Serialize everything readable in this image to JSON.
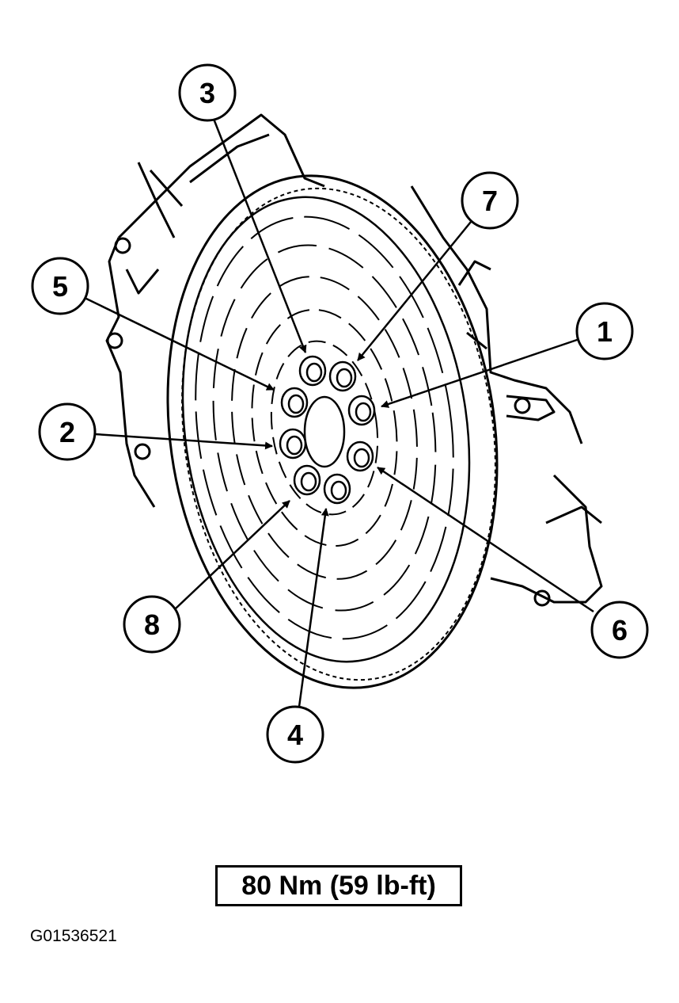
{
  "callouts": [
    {
      "label": "1"
    },
    {
      "label": "2"
    },
    {
      "label": "3"
    },
    {
      "label": "4"
    },
    {
      "label": "5"
    },
    {
      "label": "6"
    },
    {
      "label": "7"
    },
    {
      "label": "8"
    }
  ],
  "torque_spec": "80 Nm (59 lb-ft)",
  "figure_id": "G01536521"
}
